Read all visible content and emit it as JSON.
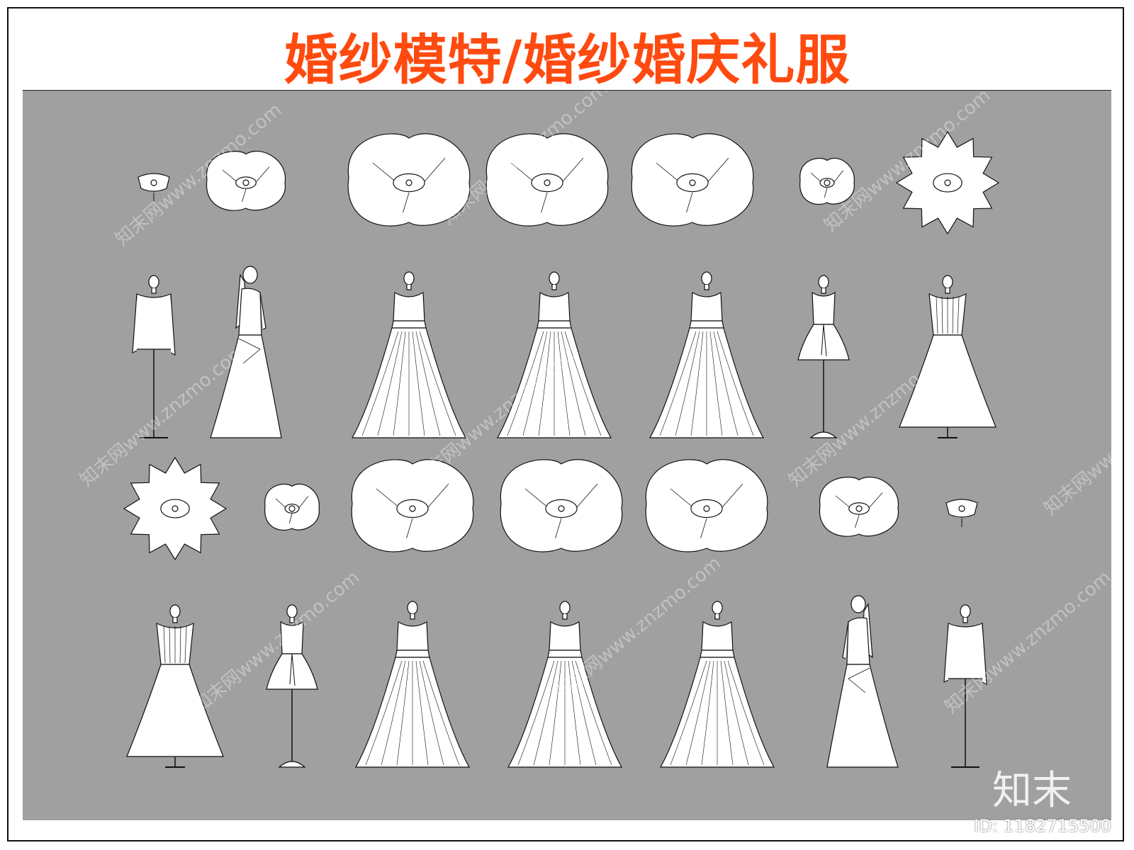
{
  "title": "婚纱模特/婚纱婚庆礼服",
  "watermark": {
    "text": "知末网www.znzmo.com",
    "color": "#ffffff"
  },
  "logo": {
    "name": "zhimo-logo",
    "text": "知末"
  },
  "asset_id": "ID: 1182715500",
  "colors": {
    "title": "#ff4a10",
    "canvas": "#a0a0a0",
    "drawing_fill": "#ffffff",
    "line": "#111111"
  },
  "rows": [
    {
      "view": "plan",
      "items": [
        "mannequin-plan",
        "bride-plan",
        "gown-plan",
        "gown-plan",
        "gown-plan",
        "short-dress-plan",
        "ballgown-plan"
      ]
    },
    {
      "view": "elevation",
      "items": [
        "mannequin-dress",
        "bride-veil",
        "gown",
        "gown",
        "gown",
        "short-dress",
        "ballgown"
      ]
    },
    {
      "view": "plan",
      "items": [
        "ballgown-plan",
        "short-dress-plan",
        "gown-plan",
        "gown-plan",
        "gown-plan",
        "bride-plan",
        "mannequin-plan"
      ]
    },
    {
      "view": "elevation",
      "items": [
        "ballgown",
        "short-dress",
        "gown",
        "gown",
        "gown",
        "bride-veil",
        "mannequin-dress"
      ]
    }
  ]
}
